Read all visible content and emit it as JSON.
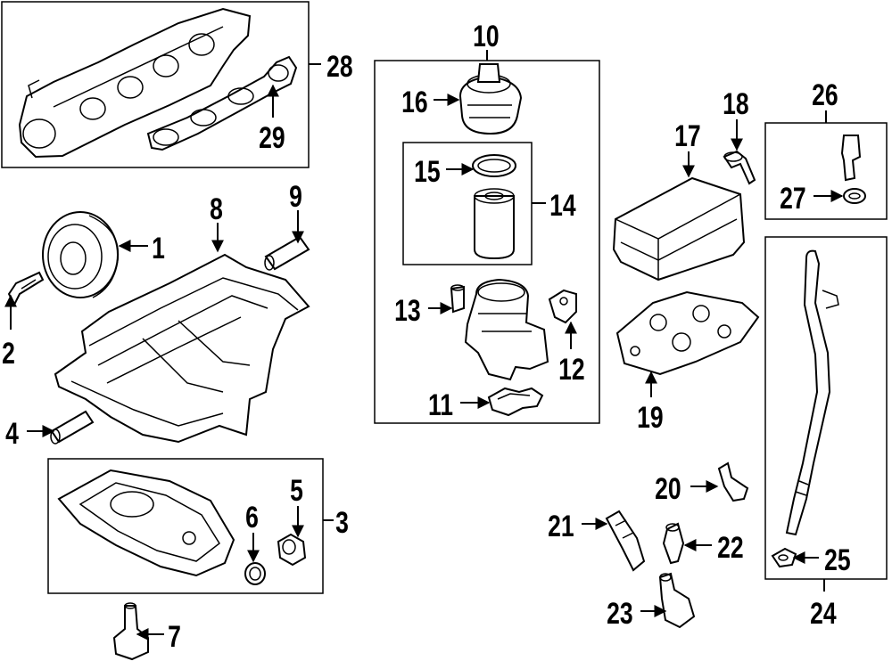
{
  "callouts": [
    {
      "id": "c1",
      "label": "1"
    },
    {
      "id": "c2",
      "label": "2"
    },
    {
      "id": "c3",
      "label": "3"
    },
    {
      "id": "c4",
      "label": "4"
    },
    {
      "id": "c5",
      "label": "5"
    },
    {
      "id": "c6",
      "label": "6"
    },
    {
      "id": "c7",
      "label": "7"
    },
    {
      "id": "c8",
      "label": "8"
    },
    {
      "id": "c9",
      "label": "9"
    },
    {
      "id": "c10",
      "label": "10"
    },
    {
      "id": "c11",
      "label": "11"
    },
    {
      "id": "c12",
      "label": "12"
    },
    {
      "id": "c13",
      "label": "13"
    },
    {
      "id": "c14",
      "label": "14"
    },
    {
      "id": "c15",
      "label": "15"
    },
    {
      "id": "c16",
      "label": "16"
    },
    {
      "id": "c17",
      "label": "17"
    },
    {
      "id": "c18",
      "label": "18"
    },
    {
      "id": "c19",
      "label": "19"
    },
    {
      "id": "c20",
      "label": "20"
    },
    {
      "id": "c21",
      "label": "21"
    },
    {
      "id": "c22",
      "label": "22"
    },
    {
      "id": "c23",
      "label": "23"
    },
    {
      "id": "c24",
      "label": "24"
    },
    {
      "id": "c25",
      "label": "25"
    },
    {
      "id": "c26",
      "label": "26"
    },
    {
      "id": "c27",
      "label": "27"
    },
    {
      "id": "c28",
      "label": "28"
    },
    {
      "id": "c29",
      "label": "29"
    }
  ]
}
